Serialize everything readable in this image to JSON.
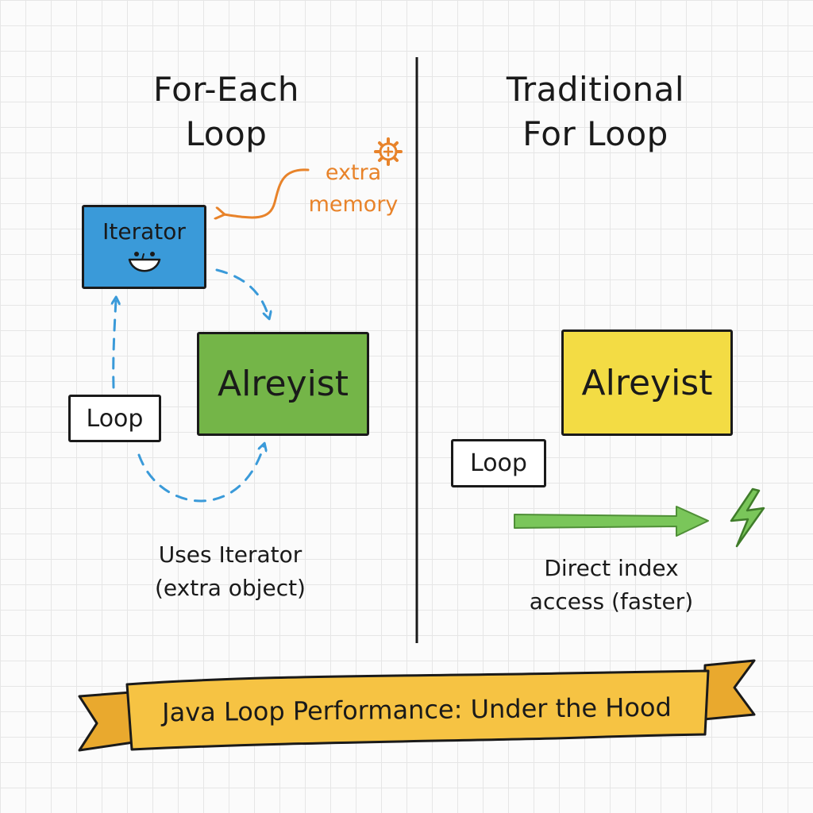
{
  "left": {
    "heading_line1": "For-Each",
    "heading_line2": "Loop",
    "iterator_label": "Iterator",
    "array_label": "Alreyist",
    "loop_label": "Loop",
    "note_line1": "extra",
    "note_line2": "memory",
    "caption_line1": "Uses Iterator",
    "caption_line2": "(extra object)"
  },
  "right": {
    "heading_line1": "Traditional",
    "heading_line2": "For Loop",
    "array_label": "Alreyist",
    "loop_label": "Loop",
    "caption_line1": "Direct index",
    "caption_line2": "access (faster)"
  },
  "banner": {
    "title": "Java Loop Performance: Under the Hood"
  },
  "colors": {
    "iterator_box": "#3a9ad9",
    "left_array_box": "#74b548",
    "right_array_box": "#f3dc44",
    "banner": "#f6c343",
    "note": "#e8832a",
    "dashed_arrow": "#3a9ad9",
    "fast_arrow": "#7ac65a",
    "bolt": "#7ac65a"
  },
  "icons": {
    "gear": "gear-plus-icon",
    "bolt": "lightning-bolt-icon",
    "face": "smiley-face-icon"
  }
}
